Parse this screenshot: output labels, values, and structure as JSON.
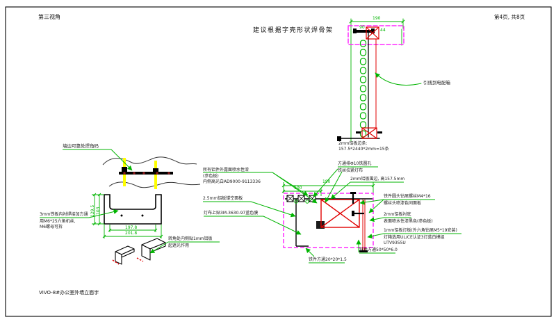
{
  "page": {
    "view_label": "第三视角",
    "title": "建议根据字壳形状焊骨架",
    "page_info": "第4页, 共8页",
    "footer": "VIVO-8#办公室外墙立面字"
  },
  "colors": {
    "leader_green": "#00b400",
    "highlight_red": "#ff0000",
    "boundary_magenta": "#ff2bff",
    "wall_yellow": "#ffff00",
    "line_black": "#000000"
  },
  "tall_section": {
    "dim_total": "190",
    "dim_left": "90",
    "dim_right": "44",
    "lead_label": "引线到电配箱",
    "strip_note_line1": "2mm铝板边条:",
    "strip_note_line2": "157.5*2440*2mm=15条"
  },
  "wall_anchor": {
    "note": "墙边可靠处焊角码"
  },
  "channel_bracket": {
    "dim_height_outer": "129.5",
    "dim_height_inner": "103",
    "dim_width_inner": "197.8",
    "dim_width_outer": "201.8",
    "note_line1": "3mm铁板内衬焊接加方通",
    "note_line2": "用M6*25六角机丝,",
    "note_line3": "M6螺母可拆"
  },
  "corner_piece": {
    "note_line1": "转角处内侧贴1mm铝板",
    "note_line2": "起遮光作用"
  },
  "main_detail": {
    "dim_width": "190",
    "dim_partial": "100",
    "note_paint_line1": "所有铝件外露面喷水性漆",
    "note_paint_line2": "(参色板)",
    "note_paint_line3": "内侧高光白AD9000-9113336",
    "note_panel": "2.5mm铝板镂空面板",
    "note_film": "灯布上贴3M-3630-97蓝色膜",
    "note_holes_line1": "方通排Φ10铁圆孔",
    "note_holes_line2": "铁丝拉紧灯布",
    "note_edge": "2mm铝板围边, 高157.5mm",
    "note_screw_line1": "铁件圆头钻尾螺丝M4*16",
    "note_screw_line2": "螺丝头喷漆色同面板",
    "note_liner_line1": "2mm铝板衬底",
    "note_liner_line2": "表面喷水性漆黑色(参色板)",
    "note_lightbox_line1": "1mm铝板灯板(外六角钻尾M5*19安装)",
    "note_lightbox_line2": "灯箱选用UL/CE认证3灯蓝白模组",
    "note_lightbox_line3": "UTV9355U",
    "note_tube_small": "铁件方通20*20*1.5",
    "note_tube_large": "铁件方通50*50*6.0"
  }
}
